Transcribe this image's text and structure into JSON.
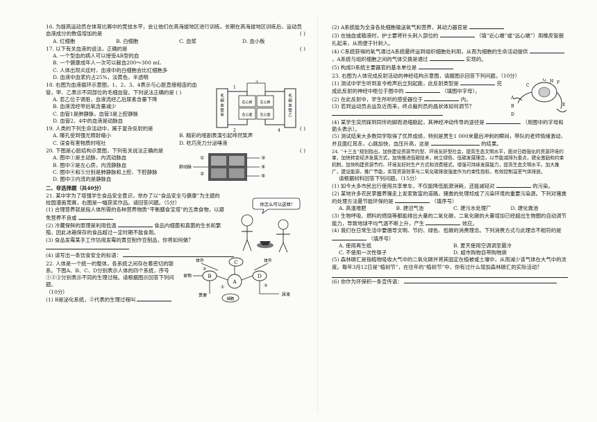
{
  "left": {
    "q16": {
      "stem": "16. 为提高运动员在体育比赛中的竞技水平，会让他们在高海拔地区进行训练。长期在高海拔地区训练后，运动员血液成分的数值增加的是",
      "bracket": "(    )",
      "opts": [
        "A. 红细胞",
        "B. 白细胞",
        "C. 血浆",
        "D. 血小板"
      ]
    },
    "q17": {
      "stem": "17. 以下有关血液的说法，正确的是",
      "bracket": "(    )",
      "opts": [
        "A. 一个型血的病人可以接受AB型的血",
        "B. 一个健康成年人一次可以献血200～300 mL",
        "C. 人体出现炎症时，血液中的白细胞会比红细胞多",
        "D. 血液中血浆约占25%，淡黄色，半透明"
      ]
    },
    "q18": {
      "stem": "18. 右图为血液循环示意图，1、2、3、4表示与心脏直接相连的血管，甲、乙表示不同部位的毛细血管。下列说法正确的是",
      "bracket": "(    )",
      "opts": [
        "A. 若乙位于肾脏，血液流经乙后尿素含量下降",
        "B. 血液流经甲后氧含量减少",
        "C. 血管1是肺静脉，血管3是上腔静脉",
        "D. 血管2、4中的血液是动脉血"
      ],
      "fig": {
        "left": "毛细血管甲",
        "right": "毛细血管乙",
        "ra": "右心房",
        "la": "左心房",
        "rv": "右心室",
        "lv": "左心室",
        "n1": "1",
        "n2": "2",
        "n3": "3",
        "n4": "4"
      }
    },
    "q19": {
      "stem": "19. 人类的下列生命活动中，属于复杂反射的是",
      "bracket": "(    )",
      "opts": [
        "A. 瞳孔受到强光照射缩小",
        "B. 精彩的哑剧表演引起哗然笑声",
        "C. 误食有害物质时呕吐",
        "D. 吃巧克力分泌唾液"
      ]
    },
    "q20": {
      "stem": "20. 下图是心脏结构示意图，下列有关说法正确的是",
      "bracket": "(    )",
      "opts": [
        "A. 图中①是主动脉，内流动脉血",
        "B. 图中②是左心房，内流静脉血",
        "C. 图中④和⑤分别是肺静脉和上腔、下腔静脉",
        "D. 图中③内流的是静脉血"
      ],
      "fig": {
        "label": "肺动脉",
        "c1": "①",
        "c2": "②",
        "c3": "③",
        "c4": "④",
        "c5": "⑤"
      }
    },
    "section2": "二、非选择题（共40分）",
    "q21": {
      "stem": "21. 某中学为了增强学生食品安全意识，举办了以“食品安全与健康”为主题的校园漫画竞赛，右图是一幅获奖作品。请回答问题。（5分）",
      "p1": "(1) 合理营养就是指人体所需的各种营养物质“平衡膳食宝塔”的五类食物，以避免营养不良或",
      "p2": "(2) 冷藏保鲜的原理是利用低温",
      "p2b": "食品内细菌和真菌的生长和繁殖，因此冰箱保存的食品超过一定时期不能食用。",
      "p3": "(3) 食品发霉某手工作坊用发霉的黄豆制作豆制品，你将如何做？",
      "p4": "(4) 请写出一条饮食安全的标语：",
      "bubble": "你怎么可以这样!"
    },
    "q22": {
      "stem": "22. 人体是一个统一的整体，各系统之间存在着密切的联系。下图A、B、C、D分别表示人体的四个系统，序号①②③分别表示不同的生理过程。请根据图示回答下列问题。",
      "score": "（10分）",
      "p1": "(1) B是泌化系统，②代表的生理过程叫",
      "fig": {
        "outside": "体外",
        "food": "食物",
        "stool": "粪便",
        "urine": "尿液",
        "A": "A",
        "B": "B",
        "C": "C",
        "D": "D",
        "c1": "①",
        "c2": "②",
        "c3": "③",
        "cell": "细胞"
      }
    }
  },
  "right": {
    "p2": "(2) A系统能为全身各处细胞输送氧气和营养，其动力器官是",
    "p3": "(3) 在抽血或输液时，护士要将针头刺入部位的",
    "p3b": "（填“近心端”或“远心端”）用橡皮管捆扎起来，从而便于针刺入。",
    "p4": "(4) C系统获得的氧气通过A系统最终运到组织细胞处利用，从而为细胞的生命活动提供",
    "p4b": "，A系统与组织细胞之间的气体交换是通过",
    "p4c": "实现的。",
    "p5": "(5) 构成D系统主要器官的基本单位是",
    "q23": {
      "stem": "23. 右图为人体完成反射活动的神经结构示意图，请据图示回答下列问题。（10分）",
      "p1": "(1) 测试中学生听到发令枪声后立刻起跑，此反射类型是",
      "p1b": "完成此反射的神经中枢位于图中的",
      "p1c": "（填图中字母）。",
      "p2": "(2) 在此反射中，学生所听的感受器位于",
      "p2b": "内。",
      "p3": "(3) 若到运动员去运及近而来，终点裁判员的晶状体如何调节？",
      "p4": "(4) 某学生突然踩到同伴的脚而退缩跑起，其神经冲动传导的途径是",
      "p4b": "（用图中的字母和箭头表示）。",
      "p5": "(5) 测试结束大多数同学取得了优异成绩，特别是男生1 000米最后冲刺的瞬间，带队的老师情绪激动，并且面红耳赤，心跳加快，血压升高，这是",
      "p5b": "的结果。",
      "fig": {
        "A": "A",
        "B": "B",
        "C": "C",
        "D": "D",
        "E": "E",
        "F": "F",
        "G": "G",
        "H": "H"
      }
    },
    "q24": {
      "stem": "24. “十三五”规划指出，加快建设资源节约型、环境友好型社会，提高生态文明水平，面对日趋强化的资源环境约束，加快转变经济发展方式，加快推进低碳技术，树立绿色、低碳发展理念，以节能减排为重点，健全激励和约束机制，加快构建资源节约、环境友好的生产方式和消费模式，增强可持续发展能力，提高生态文明水平。加大推广，建设能源，推广节能，实现资源效率与二氧化碳排放强度作为约束性指标，有效控制温室气体排放。",
      "read": "请根据材料回答下列问题。（15分）",
      "p1": "(1) 如今大多市民出行使用共享单车，不仅能降低能源消耗，还能减轻对",
      "p1b": "的污染。",
      "p2": "(2) 某地许多农民掌握养猪走上发家致富的道路，猪粪的处理却成了污染环境的重要污染源。下列对猪粪的处理方法最节能环保的是",
      "p2b": "（填序号）",
      "opts2": [
        "A. 高温堆肥",
        "B. 建沼气池",
        "C. 建污水处理厂",
        "D. 建化粪池"
      ],
      "p3": "(3) 生物呼吸、燃料的燃烧等都能排出大量的二氧化碳，二氧化碳的大量增加已经超出生物圈的自动调节能力，导致地球平均气温不断上升，产生",
      "p3b": "效应。",
      "p4": "(4) 我们在日常生活中要倡导文明、节约、绿色、低碳的消费理念。下列消费方式与此理念不相符的是",
      "p4b": "（填序号）",
      "opts4": [
        "A. 使用再生纸",
        "B. 夏天使用空调调至最冷",
        "C. 不使用一次性筷子",
        "D. 超市购物自带购物袋"
      ],
      "p5": "(5) 森林碳汇是指植物吸收大气中的二氧化碳并将其固定在植被或土壤中，从而减少该气体在大气中的浓度。每年3月12日是“植树节”，在往年的“植树节”中，你有过什么增加森林碳汇的实际活动？",
      "p6": "(6) 你作为环保积一条宣传语："
    }
  }
}
